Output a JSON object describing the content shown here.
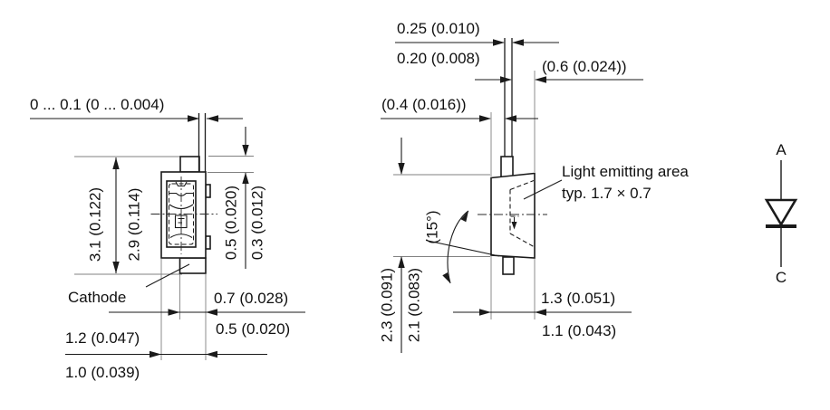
{
  "front_view": {
    "clearance": "0 ... 0.1 (0 ... 0.004)",
    "length_max": "3.1 (0.122)",
    "length_min": "2.9 (0.114)",
    "lead_len_max": "0.5 (0.020)",
    "lead_len_min": "0.3 (0.012)",
    "cathode_label": "Cathode",
    "tab_width_max": "0.7 (0.028)",
    "tab_width_min": "0.5 (0.020)",
    "body_width_max": "1.2 (0.047)",
    "body_width_min": "1.0 (0.039)"
  },
  "side_view": {
    "lead_thickness_max": "0.25 (0.010)",
    "lead_thickness_min": "0.20 (0.008)",
    "lead_offset_front": "(0.6 (0.024))",
    "lead_offset_back": "(0.4 (0.016))",
    "emitting_area_line1": "Light emitting area",
    "emitting_area_line2": "typ. 1.7 × 0.7",
    "tilt_angle": "(15°)",
    "height_max": "2.3 (0.091)",
    "height_min": "2.1 (0.083)",
    "depth_max": "1.3 (0.051)",
    "depth_min": "1.1 (0.043)"
  },
  "symbol": {
    "anode": "A",
    "cathode": "C"
  },
  "colors": {
    "line": "#1a1a1a",
    "extension_line": "#818181",
    "background": "#ffffff"
  }
}
